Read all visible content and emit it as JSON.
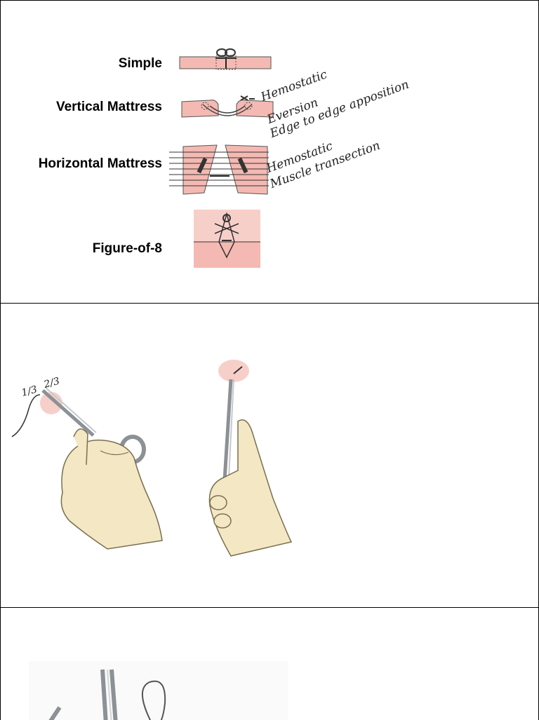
{
  "suture_types": {
    "simple": "Simple",
    "vertical_mattress": "Vertical Mattress",
    "horizontal_mattress": "Horizontal Mattress",
    "figure_of_8": "Figure-of-8"
  },
  "annotations": {
    "vertical": [
      "Hemostatic",
      "Eversion",
      "Edge to edge apposition"
    ],
    "horizontal": [
      "Hemostatic",
      "Muscle transection"
    ]
  },
  "needle_grip": {
    "one_third": "1/3",
    "two_thirds": "2/3"
  },
  "colors": {
    "skin": "#f4b9b2",
    "skin_dark": "#e58f86",
    "hand": "#f3e7c4",
    "steel": "#9aa0a6",
    "line": "#333333"
  }
}
